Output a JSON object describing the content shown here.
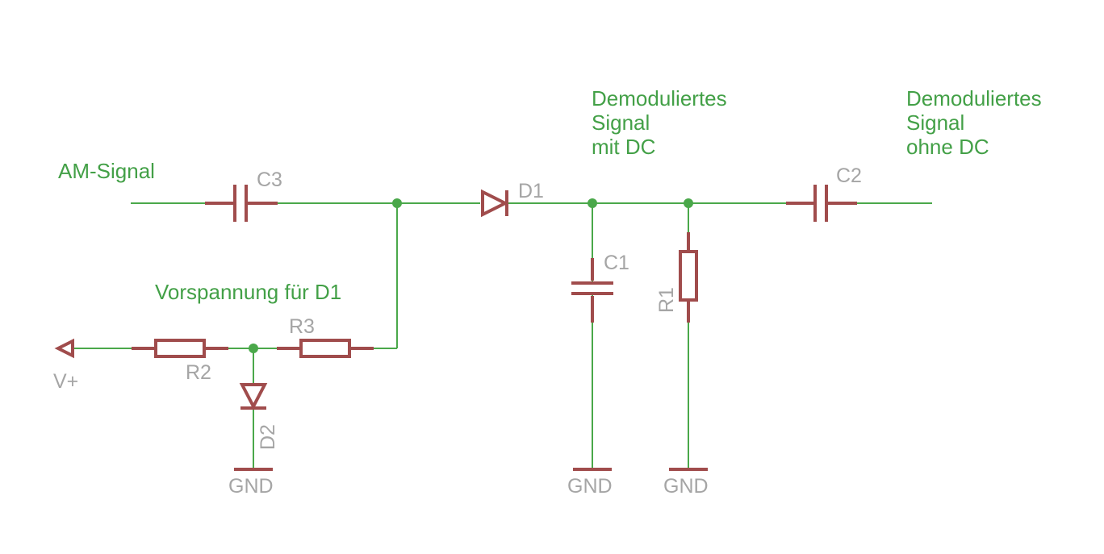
{
  "colors": {
    "wire": "#4aa84a",
    "component": "#a04c4c",
    "net_label": "#43a047",
    "ref_label": "#a5a5a5",
    "background": "#ffffff"
  },
  "labels": {
    "am_signal": "AM-Signal",
    "bias": "Vorspannung für D1",
    "demod_dc": [
      "Demoduliertes",
      "Signal",
      "mit DC"
    ],
    "demod_nodc": [
      "Demoduliertes",
      "Signal",
      "ohne DC"
    ]
  },
  "components": {
    "c3": "C3",
    "d1": "D1",
    "c2": "C2",
    "c1": "C1",
    "r1": "R1",
    "r3": "R3",
    "r2": "R2",
    "d2": "D2",
    "vplus": "V+"
  },
  "grounds": {
    "gnd_d2": "GND",
    "gnd_c1": "GND",
    "gnd_r1": "GND"
  }
}
